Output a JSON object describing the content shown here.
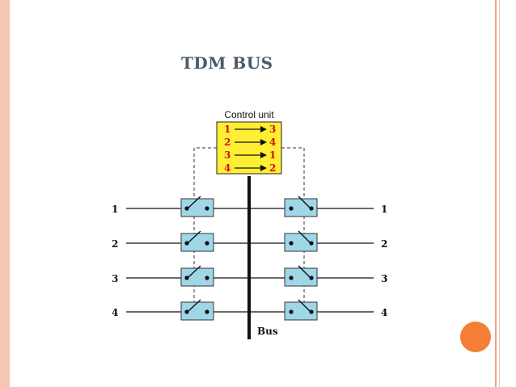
{
  "slide": {
    "title": "TDM BUS"
  },
  "diagram": {
    "control_unit_label": "Control unit",
    "mapping": [
      {
        "from": "1",
        "to": "3"
      },
      {
        "from": "2",
        "to": "4"
      },
      {
        "from": "3",
        "to": "1"
      },
      {
        "from": "4",
        "to": "2"
      }
    ],
    "left_inputs": [
      "1",
      "2",
      "3",
      "4"
    ],
    "right_outputs": [
      "1",
      "2",
      "3",
      "4"
    ],
    "bus_label": "Bus",
    "colors": {
      "control_unit_fill": "#ffee33",
      "switch_fill": "#9fd6e8",
      "mapping_text": "#d01010",
      "accent_dot": "#f47e35",
      "border": "#f6c6b4"
    }
  }
}
